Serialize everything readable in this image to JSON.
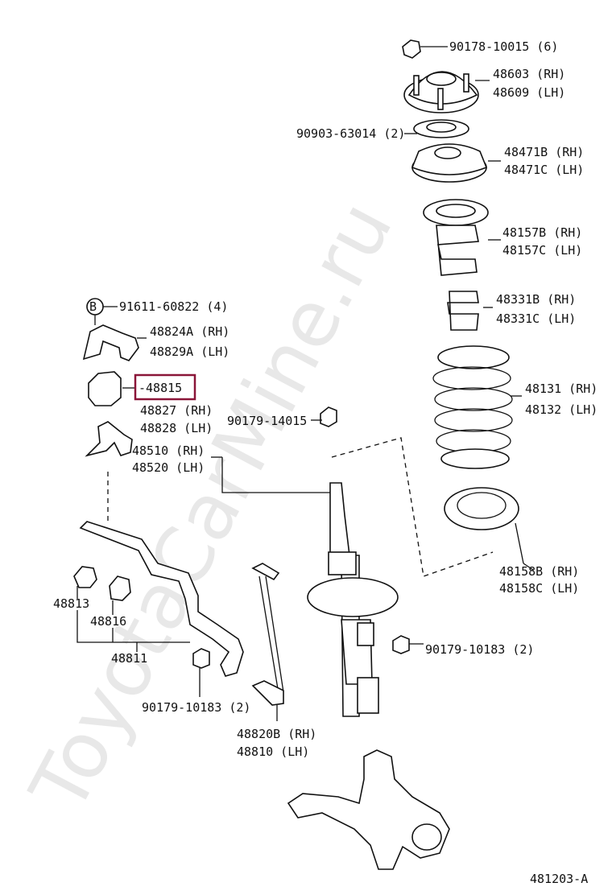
{
  "watermark": "ToyotaCarMine.ru",
  "callouts": [
    {
      "id": "c1",
      "text": "90178-10015 (6)"
    },
    {
      "id": "c2",
      "text": "48603 (RH)"
    },
    {
      "id": "c3",
      "text": "48609 (LH)"
    },
    {
      "id": "c4",
      "text": "90903-63014 (2)"
    },
    {
      "id": "c5",
      "text": "48471B (RH)"
    },
    {
      "id": "c6",
      "text": "48471C (LH)"
    },
    {
      "id": "c7",
      "text": "48157B (RH)"
    },
    {
      "id": "c8",
      "text": "48157C (LH)"
    },
    {
      "id": "c9",
      "text": "91611-60822 (4)"
    },
    {
      "id": "c10",
      "text": "48331B (RH)"
    },
    {
      "id": "c11",
      "text": "48331C (LH)"
    },
    {
      "id": "c12",
      "text": "48824A (RH)"
    },
    {
      "id": "c13",
      "text": "48829A (LH)"
    },
    {
      "id": "c14",
      "text": "-48815"
    },
    {
      "id": "c15",
      "text": "48131 (RH)"
    },
    {
      "id": "c16",
      "text": "48132 (LH)"
    },
    {
      "id": "c17",
      "text": "48827 (RH)"
    },
    {
      "id": "c18",
      "text": "48828 (LH)"
    },
    {
      "id": "c19",
      "text": "90179-14015"
    },
    {
      "id": "c20",
      "text": "48510 (RH)"
    },
    {
      "id": "c21",
      "text": "48520 (LH)"
    },
    {
      "id": "c22",
      "text": "48158B (RH)"
    },
    {
      "id": "c23",
      "text": "48158C (LH)"
    },
    {
      "id": "c24",
      "text": "48813"
    },
    {
      "id": "c25",
      "text": "48816"
    },
    {
      "id": "c26",
      "text": "90179-10183 (2)"
    },
    {
      "id": "c27",
      "text": "48811"
    },
    {
      "id": "c28",
      "text": "90179-10183 (2)"
    },
    {
      "id": "c29",
      "text": "48820B (RH)"
    },
    {
      "id": "c30",
      "text": "48810  (LH)"
    },
    {
      "id": "c31",
      "text": "481203-A"
    }
  ],
  "badge": "B",
  "highlight_color": "#8a1538"
}
